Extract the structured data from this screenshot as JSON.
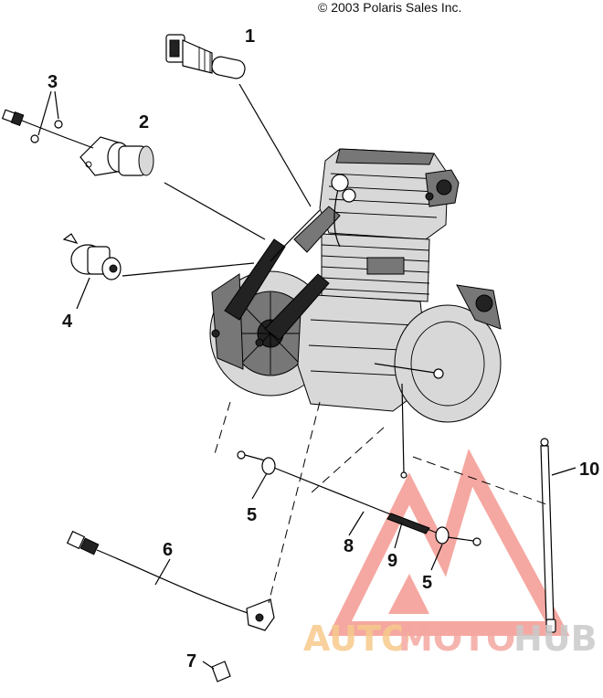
{
  "copyright": "© 2003 Polaris Sales Inc.",
  "callouts": {
    "c1": "1",
    "c2": "2",
    "c3": "3",
    "c4": "4",
    "c5a": "5",
    "c6": "6",
    "c7": "7",
    "c8": "8",
    "c9": "9",
    "c5b": "5",
    "c10": "10"
  },
  "watermark": {
    "part1": "AUTO",
    "part2": "MOTO",
    "part3": "HUB",
    "color1": "#f7c98b",
    "color2": "#f4a7a0",
    "color3": "#c9c9c9",
    "triangle_color": "#f28b82"
  },
  "icons": [
    "temperature-sensor-icon",
    "thermostat-housing-icon",
    "pressure-switch-icon",
    "sensor-lead-icon",
    "spark-plug-cap-icon",
    "engine-assembly-icon",
    "ground-strap-icon"
  ]
}
